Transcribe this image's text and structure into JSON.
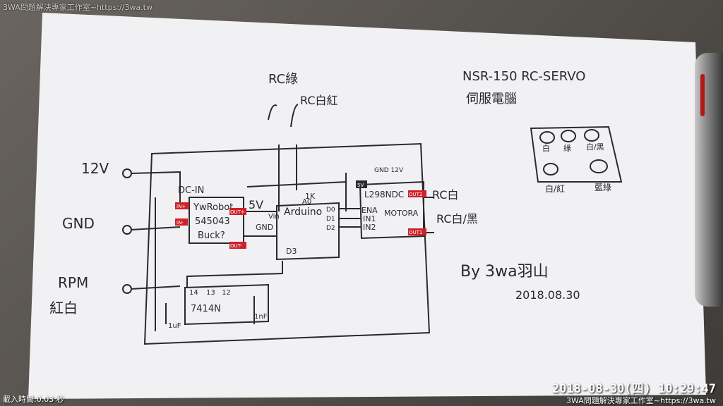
{
  "watermark_top": "3WA問題解決專家工作室~https://3wa.tw",
  "timestamp": "2018-08-30(四) 10:29:47",
  "footer_watermark": "3WA問題解決專家工作室~https://3wa.tw",
  "load_time": "載入時間:0.03 秒",
  "diagram": {
    "title_line1": "NSR-150   RC-SERVO",
    "title_line2": "伺服電腦",
    "rc_green": "RC綠",
    "rc_white_red": "RC白紅",
    "label_12v": "12V",
    "label_gnd": "GND",
    "label_rpm": "RPM",
    "label_red_white": "紅白",
    "dc_in": "DC-IN",
    "buck_line1": "YwRobot",
    "buck_line2": "545043",
    "buck_line3": "Buck?",
    "in_plus": "IN+",
    "in_minus": "IN-",
    "out_plus": "OUT+",
    "out_minus": "OUT-",
    "five_v": "5V",
    "gnd_small": "GND",
    "vin": "Vin",
    "arduino": "Arduino",
    "a0": "A0",
    "d0": "D0",
    "d1": "D1",
    "d2": "D2",
    "d3": "D3",
    "resistor": "1K",
    "driver": "L298NDC",
    "ena": "ENA",
    "in1": "IN1",
    "in2": "IN2",
    "motora": "MOTORA",
    "gnd_12v": "GND 12V",
    "pin_5v": "5V",
    "out2": "OUT2",
    "out1": "OUT1",
    "rc_white": "RC白",
    "rc_white_black": "RC白/黑",
    "ic_7414": "7414N",
    "pin14": "14",
    "pin13": "13",
    "pin12": "12",
    "cap1": "1uF",
    "cap2": "1nF",
    "author": "By 3wa羽山",
    "date": "2018.08.30",
    "conn_white": "白",
    "conn_green": "綠",
    "conn_white_black": "白/黑",
    "conn_white_red": "白/紅",
    "conn_blue_green": "藍綠"
  },
  "colors": {
    "badge_red": "#d0202a",
    "ink": "#2a2a2e"
  }
}
